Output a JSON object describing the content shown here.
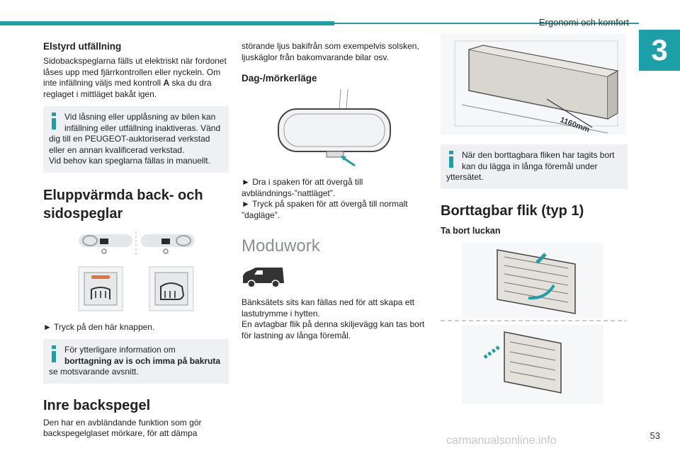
{
  "header": {
    "title": "Ergonomi och komfort",
    "chapter": "3",
    "page": "53"
  },
  "watermark": "carmanualsonline.info",
  "col1": {
    "s1_heading": "Elstyrd utfällning",
    "s1_text": "Sidobackspeglarna fälls ut elektriskt när fordonet låses upp med fjärrkontrollen eller nyckeln. Om inte infällning väljs med kontroll",
    "s1_text_bold": "A",
    "s1_text_end": "ska du dra reglaget i mittläget bakåt igen.",
    "s1_info_first": "Vid låsning eller upplåsning av bilen kan infällning eller utfällning inaktiveras. Vänd",
    "s1_info_rest": "dig till en PEUGEOT-auktoriserad verkstad eller en annan kvalificerad verkstad.",
    "s1_info_rest2": "Vid behov kan speglarna fällas in manuellt.",
    "s2_heading": "Eluppvärmda back- och sidospeglar",
    "s2_step": "► Tryck på den här knappen.",
    "s2_info_first": "För ytterligare information om",
    "s2_info_bold": "borttagning av is och imma på bakruta",
    "s2_info_rest": "se motsvarande avsnitt.",
    "s3_heading": "Inre backspegel",
    "s3_text": "Den har en avbländande funktion som gör backspegelglaset mörkare, för att dämpa"
  },
  "col2": {
    "cont_text": "störande ljus bakifrån som exempelvis solsken, ljuskäglor från bakomvarande bilar osv.",
    "s1_heading": "Dag-/mörkerläge",
    "step1": "► Dra i spaken för att övergå till avbländnings-”nattläget”.",
    "step2": "► Tryck på spaken för att övergå till normalt ”dagläge”.",
    "s2_heading": "Moduwork",
    "s2_text1": "Bänksätets sits kan fällas ned för att skapa ett lastutrymme i hytten.",
    "s2_text2": "En avtagbar flik på denna skiljevägg kan tas bort för lastning av långa föremål."
  },
  "col3": {
    "dimension_label": "1160mm",
    "info_first": "När den borttagbara fliken har tagits bort kan du lägga in långa föremål under",
    "info_rest": "yttersätet.",
    "s1_heading": "Borttagbar flik (typ 1)",
    "s1_sub": "Ta bort luckan"
  },
  "colors": {
    "accent": "#1d9fa8",
    "info_bg": "#eef0f3",
    "title_grey": "#8a8f96"
  },
  "icons": [
    "info-icon",
    "heated-rear-window-icon",
    "heated-mirror-icon",
    "van-icon",
    "mirror-illustration",
    "cargo-illustration"
  ]
}
